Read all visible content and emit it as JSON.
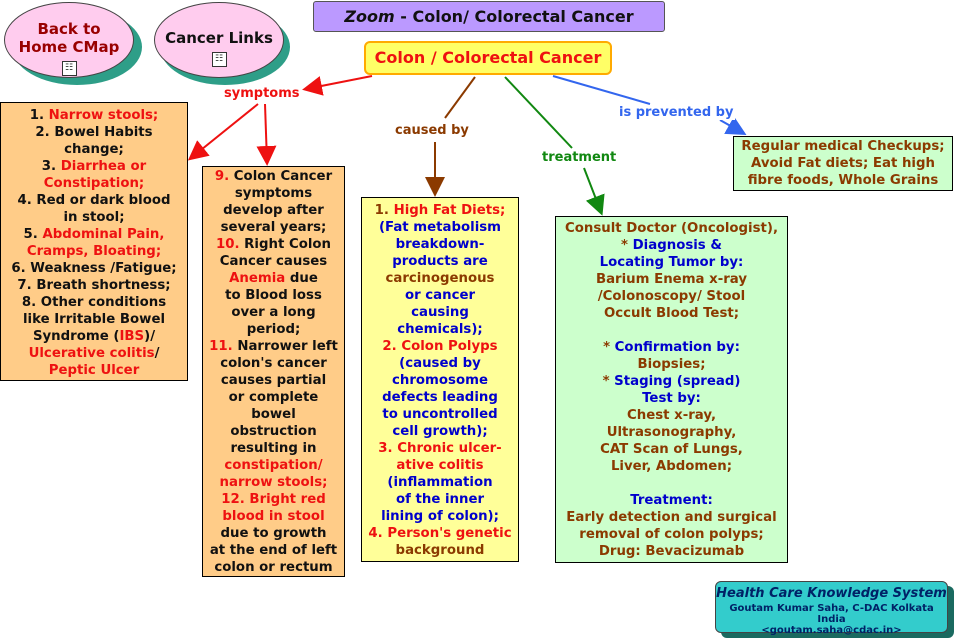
{
  "title": {
    "prefix": "Zoom",
    "text": " - Colon/ Colorectal Cancer"
  },
  "nav": {
    "back_line1": "Back to",
    "back_line2": "Home CMap",
    "cancer_links": "Cancer Links",
    "map_icon": "concept-map-icon"
  },
  "root": "Colon / Colorectal Cancer",
  "links": {
    "symptoms": "symptoms",
    "caused_by": "caused by",
    "treatment": "treatment",
    "prevented_by": "is prevented by"
  },
  "colors": {
    "red": "#ee1111",
    "brown": "#8b3a00",
    "green": "#118811",
    "blue": "#3366ee",
    "orange_box": "#ffcc88",
    "yellow_box": "#ffff99",
    "green_box": "#ccffcc"
  },
  "symptoms_left": [
    [
      {
        "t": "1. ",
        "c": "blk"
      },
      {
        "t": "Narrow stools;",
        "c": "red"
      }
    ],
    [
      {
        "t": "2. Bowel Habits",
        "c": "blk"
      }
    ],
    [
      {
        "t": "change;",
        "c": "blk"
      }
    ],
    [
      {
        "t": "3. ",
        "c": "blk"
      },
      {
        "t": "Diarrhea or",
        "c": "red"
      }
    ],
    [
      {
        "t": "Constipation;",
        "c": "red"
      }
    ],
    [
      {
        "t": "4. Red or dark blood",
        "c": "blk"
      }
    ],
    [
      {
        "t": "in stool;",
        "c": "blk"
      }
    ],
    [
      {
        "t": "5. ",
        "c": "blk"
      },
      {
        "t": "Abdominal Pain,",
        "c": "red"
      }
    ],
    [
      {
        "t": "Cramps, Bloating;",
        "c": "red"
      }
    ],
    [
      {
        "t": "6. Weakness /Fatigue;",
        "c": "blk"
      }
    ],
    [
      {
        "t": "7. Breath shortness;",
        "c": "blk"
      }
    ],
    [
      {
        "t": "8. Other conditions",
        "c": "blk"
      }
    ],
    [
      {
        "t": "like Irritable Bowel",
        "c": "blk"
      }
    ],
    [
      {
        "t": "Syndrome (",
        "c": "blk"
      },
      {
        "t": "IBS",
        "c": "red"
      },
      {
        "t": ")/",
        "c": "blk"
      }
    ],
    [
      {
        "t": "Ulcerative colitis",
        "c": "red"
      },
      {
        "t": "/",
        "c": "blk"
      }
    ],
    [
      {
        "t": "Peptic Ulcer",
        "c": "red"
      }
    ]
  ],
  "symptoms_mid": [
    [
      {
        "t": "9. ",
        "c": "red"
      },
      {
        "t": "Colon Cancer",
        "c": "blk"
      }
    ],
    [
      {
        "t": "symptoms",
        "c": "blk"
      }
    ],
    [
      {
        "t": "develop after",
        "c": "blk"
      }
    ],
    [
      {
        "t": "several years;",
        "c": "blk"
      }
    ],
    [
      {
        "t": "10. ",
        "c": "red"
      },
      {
        "t": "Right Colon",
        "c": "blk"
      }
    ],
    [
      {
        "t": "Cancer causes",
        "c": "blk"
      }
    ],
    [
      {
        "t": "Anemia",
        "c": "red"
      },
      {
        "t": " due",
        "c": "blk"
      }
    ],
    [
      {
        "t": "to Blood loss",
        "c": "blk"
      }
    ],
    [
      {
        "t": "over a long",
        "c": "blk"
      }
    ],
    [
      {
        "t": "period;",
        "c": "blk"
      }
    ],
    [
      {
        "t": "11. ",
        "c": "red"
      },
      {
        "t": "Narrower left",
        "c": "blk"
      }
    ],
    [
      {
        "t": "colon's cancer",
        "c": "blk"
      }
    ],
    [
      {
        "t": "causes partial",
        "c": "blk"
      }
    ],
    [
      {
        "t": "or complete",
        "c": "blk"
      }
    ],
    [
      {
        "t": "bowel",
        "c": "blk"
      }
    ],
    [
      {
        "t": "obstruction",
        "c": "blk"
      }
    ],
    [
      {
        "t": "resulting in",
        "c": "blk"
      }
    ],
    [
      {
        "t": "constipation/",
        "c": "red"
      }
    ],
    [
      {
        "t": "narrow stools;",
        "c": "red"
      }
    ],
    [
      {
        "t": "12. Bright red",
        "c": "red"
      }
    ],
    [
      {
        "t": "blood in stool",
        "c": "red"
      }
    ],
    [
      {
        "t": "due to growth",
        "c": "blk"
      }
    ],
    [
      {
        "t": "at the end of left",
        "c": "blk"
      }
    ],
    [
      {
        "t": "colon or rectum",
        "c": "blk"
      }
    ]
  ],
  "causes": [
    [
      {
        "t": "1. ",
        "c": "brn"
      },
      {
        "t": "High Fat Diets;",
        "c": "red"
      }
    ],
    [
      {
        "t": "(Fat metabolism",
        "c": "blu"
      }
    ],
    [
      {
        "t": "breakdown-",
        "c": "blu"
      }
    ],
    [
      {
        "t": "products are",
        "c": "blu"
      }
    ],
    [
      {
        "t": "carcinogenous",
        "c": "brn"
      }
    ],
    [
      {
        "t": "or cancer",
        "c": "blu"
      }
    ],
    [
      {
        "t": "causing",
        "c": "blu"
      }
    ],
    [
      {
        "t": "chemicals);",
        "c": "blu"
      }
    ],
    [
      {
        "t": "2. Colon Polyps",
        "c": "red"
      }
    ],
    [
      {
        "t": "(caused by",
        "c": "blu"
      }
    ],
    [
      {
        "t": "chromosome",
        "c": "blu"
      }
    ],
    [
      {
        "t": "defects leading",
        "c": "blu"
      }
    ],
    [
      {
        "t": "to uncontrolled",
        "c": "blu"
      }
    ],
    [
      {
        "t": "cell growth);",
        "c": "blu"
      }
    ],
    [
      {
        "t": "3. Chronic ulcer-",
        "c": "red"
      }
    ],
    [
      {
        "t": "ative colitis",
        "c": "red"
      }
    ],
    [
      {
        "t": "(inflammation",
        "c": "blu"
      }
    ],
    [
      {
        "t": "of the inner",
        "c": "blu"
      }
    ],
    [
      {
        "t": "lining of colon);",
        "c": "blu"
      }
    ],
    [
      {
        "t": "4. Person's genetic",
        "c": "red"
      }
    ],
    [
      {
        "t": "background",
        "c": "brn"
      }
    ]
  ],
  "treatment": [
    [
      {
        "t": "Consult Doctor (Oncologist),",
        "c": "brn"
      }
    ],
    [
      {
        "t": "* ",
        "c": "brn"
      },
      {
        "t": "Diagnosis &",
        "c": "blu"
      }
    ],
    [
      {
        "t": "Locating Tumor by:",
        "c": "blu"
      }
    ],
    [
      {
        "t": "Barium Enema x-ray",
        "c": "brn"
      }
    ],
    [
      {
        "t": "/Colonoscopy/ Stool",
        "c": "brn"
      }
    ],
    [
      {
        "t": "Occult Blood Test;",
        "c": "brn"
      }
    ],
    [
      {
        "t": " ",
        "c": "brn"
      }
    ],
    [
      {
        "t": "* ",
        "c": "brn"
      },
      {
        "t": "Confirmation by:",
        "c": "blu"
      }
    ],
    [
      {
        "t": "Biopsies;",
        "c": "brn"
      }
    ],
    [
      {
        "t": "* ",
        "c": "brn"
      },
      {
        "t": "Staging (spread)",
        "c": "blu"
      }
    ],
    [
      {
        "t": "Test by:",
        "c": "blu"
      }
    ],
    [
      {
        "t": "Chest x-ray,",
        "c": "brn"
      }
    ],
    [
      {
        "t": "Ultrasonography,",
        "c": "brn"
      }
    ],
    [
      {
        "t": "CAT Scan of Lungs,",
        "c": "brn"
      }
    ],
    [
      {
        "t": "Liver, Abdomen;",
        "c": "brn"
      }
    ],
    [
      {
        "t": " ",
        "c": "brn"
      }
    ],
    [
      {
        "t": "Treatment:",
        "c": "blu"
      }
    ],
    [
      {
        "t": "Early detection and surgical",
        "c": "brn"
      }
    ],
    [
      {
        "t": "removal of colon polyps;",
        "c": "brn"
      }
    ],
    [
      {
        "t": "Drug: Bevacizumab",
        "c": "brn"
      }
    ]
  ],
  "prevention": [
    [
      {
        "t": "Regular medical Checkups;",
        "c": "brn"
      }
    ],
    [
      {
        "t": "Avoid Fat diets; Eat high",
        "c": "brn"
      }
    ],
    [
      {
        "t": "fibre foods, Whole Grains",
        "c": "brn"
      }
    ]
  ],
  "footer": {
    "title": "Health Care Knowledge System",
    "author": "Goutam Kumar Saha, C-DAC Kolkata India",
    "email": "<goutam.saha@cdac.in>"
  }
}
